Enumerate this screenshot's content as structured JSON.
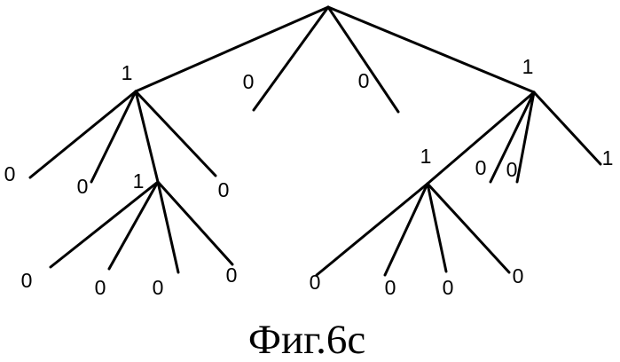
{
  "figure": {
    "caption": "Фиг.6c"
  },
  "tree": {
    "nodes": [
      {
        "id": "root",
        "parent": null,
        "label": ""
      },
      {
        "id": "n1",
        "parent": "root",
        "label": "1"
      },
      {
        "id": "n2",
        "parent": "root",
        "label": "0"
      },
      {
        "id": "n3",
        "parent": "root",
        "label": "0"
      },
      {
        "id": "n4",
        "parent": "root",
        "label": "1"
      },
      {
        "id": "n1a",
        "parent": "n1",
        "label": "0"
      },
      {
        "id": "n1b",
        "parent": "n1",
        "label": "0"
      },
      {
        "id": "n1c",
        "parent": "n1",
        "label": "1"
      },
      {
        "id": "n1d",
        "parent": "n1",
        "label": "0"
      },
      {
        "id": "n1c1",
        "parent": "n1c",
        "label": "0"
      },
      {
        "id": "n1c2",
        "parent": "n1c",
        "label": "0"
      },
      {
        "id": "n1c3",
        "parent": "n1c",
        "label": "0"
      },
      {
        "id": "n1c4",
        "parent": "n1c",
        "label": "0"
      },
      {
        "id": "n4a",
        "parent": "n4",
        "label": "1"
      },
      {
        "id": "n4b",
        "parent": "n4",
        "label": "0"
      },
      {
        "id": "n4c",
        "parent": "n4",
        "label": "0"
      },
      {
        "id": "n4d",
        "parent": "n4",
        "label": "1"
      },
      {
        "id": "n4a1",
        "parent": "n4a",
        "label": "0"
      },
      {
        "id": "n4a2",
        "parent": "n4a",
        "label": "0"
      },
      {
        "id": "n4a3",
        "parent": "n4a",
        "label": "0"
      },
      {
        "id": "n4a4",
        "parent": "n4a",
        "label": "0"
      }
    ]
  }
}
